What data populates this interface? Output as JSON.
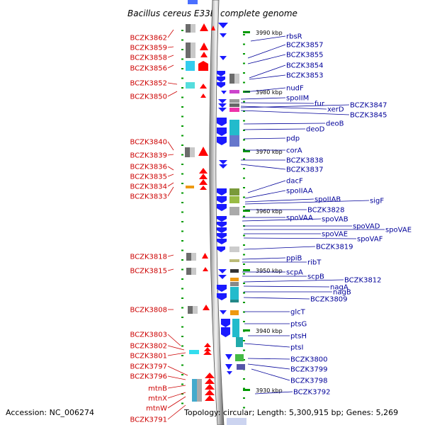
{
  "title": "Bacillus cereus E33L, complete genome",
  "accession": "Accession: NC_006274",
  "topology": "Topology: circular; Length: 5,300,915 bp; Genes: 5,269",
  "colors": {
    "left_label": "#cc0000",
    "right_label": "#000099",
    "forward_arrow": "#ff0000",
    "reverse_arrow": "#1a1aff",
    "ruler_tick": "#009900"
  },
  "scale_marks": [
    {
      "label": "3990 kbp"
    },
    {
      "label": "3980 kbp"
    },
    {
      "label": "3970 kbp"
    },
    {
      "label": "3960 kbp"
    },
    {
      "label": "3950 kbp"
    },
    {
      "label": "3940 kbp"
    },
    {
      "label": "3930 kbp"
    }
  ],
  "left_genes": [
    "BCZK3862",
    "BCZK3859",
    "BCZK3858",
    "BCZK3856",
    "BCZK3852",
    "BCZK3850",
    "BCZK3840",
    "BCZK3839",
    "BCZK3836",
    "BCZK3835",
    "BCZK3834",
    "BCZK3833",
    "BCZK3818",
    "BCZK3815",
    "BCZK3808",
    "BCZK3803",
    "BCZK3802",
    "BCZK3801",
    "BCZK3797",
    "BCZK3796",
    "mtnB",
    "mtnX",
    "mtnW",
    "BCZK3791"
  ],
  "right_genes": [
    "rbsR",
    "BCZK3857",
    "BCZK3855",
    "BCZK3854",
    "BCZK3853",
    "nudF",
    "spoIIM",
    "fur",
    "xerD",
    "BCZK3847",
    "BCZK3845",
    "deoB",
    "deoD",
    "pdp",
    "corA",
    "BCZK3838",
    "BCZK3837",
    "dacF",
    "spoIIAA",
    "spoIIAB",
    "sigF",
    "BCZK3828",
    "spoVAA",
    "spoVAB",
    "spoVAD",
    "spoVAE",
    "spoVAE",
    "spoVAF",
    "BCZK3819",
    "ppiB",
    "ribT",
    "scpA",
    "scpB",
    "BCZK3812",
    "nagA",
    "nagB",
    "BCZK3809",
    "glcT",
    "ptsG",
    "ptsH",
    "ptsI",
    "BCZK3800",
    "BCZK3799",
    "BCZK3798",
    "BCZK3792"
  ]
}
